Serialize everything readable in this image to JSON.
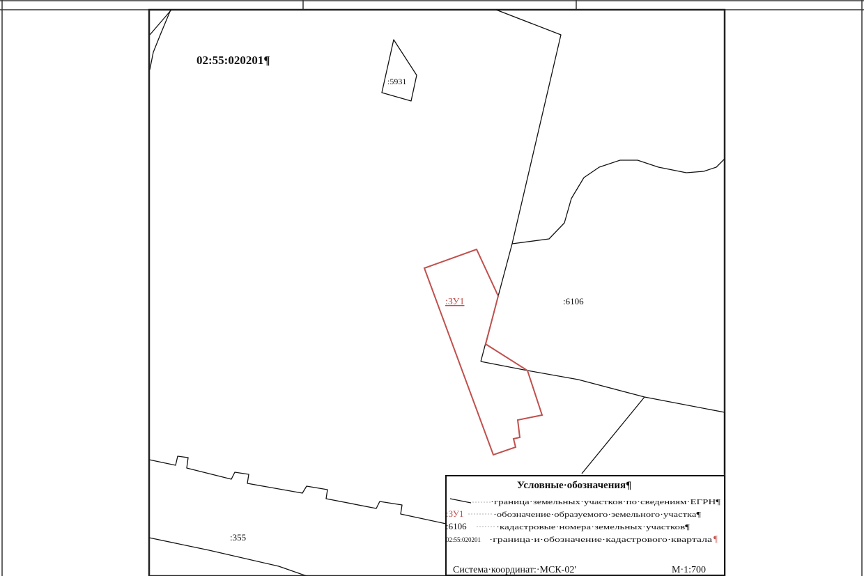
{
  "map": {
    "quarter_label": "02:55:020201¶",
    "parcels": [
      {
        "id": "p5931",
        "label": ":5931"
      },
      {
        "id": "p6106",
        "label": ":6106"
      },
      {
        "id": "p355",
        "label": ":355"
      }
    ],
    "new_parcel": {
      "label": ":ЗУ1",
      "color": "#c0504d"
    },
    "line_color": "#111111"
  },
  "legend": {
    "title": "Условные·обозначения¶",
    "rows": [
      {
        "sample": "",
        "text": "·граница·земельных·участков·по·сведениям·ЕГРН¶"
      },
      {
        "sample": ":ЗУ1",
        "text": "·обозначение·образуемого·земельного·участка¶"
      },
      {
        "sample": ":6106",
        "text": "·кадастровые·номера·земельных·участков¶"
      },
      {
        "sample": "02:55:020201",
        "text": "·граница·и·обозначение·кадастрового·квартала",
        "mark": "¶"
      }
    ],
    "coord_system": "Система·координат:·МСК-02'",
    "scale": "М·1:700"
  }
}
